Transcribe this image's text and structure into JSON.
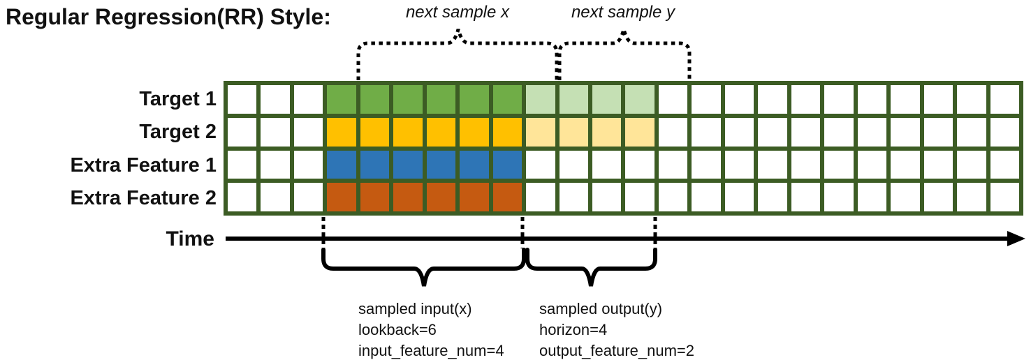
{
  "title": "Regular Regression(RR) Style:",
  "annotations": {
    "next_sample_x": "next sample x",
    "next_sample_y": "next sample y",
    "time": "Time"
  },
  "sample_info": {
    "input": {
      "lines": [
        "sampled input(x)",
        "lookback=6",
        "input_feature_num=4"
      ]
    },
    "output": {
      "lines": [
        "sampled output(y)",
        "horizon=4",
        "output_feature_num=2"
      ]
    }
  },
  "params": {
    "lookback": 6,
    "horizon": 4,
    "input_feature_num": 4,
    "output_feature_num": 2
  },
  "grid": {
    "total_columns": 24,
    "leading_empty_columns": 3,
    "lookback": 6,
    "horizon": 4,
    "border_color": "#3C5C24",
    "empty_fill": "#FFFFFF",
    "rows": [
      {
        "label": "Target 1",
        "input_fill": "#70AD47",
        "output_fill": "#C5E0B4"
      },
      {
        "label": "Target 2",
        "input_fill": "#FFC000",
        "output_fill": "#FFE599"
      },
      {
        "label": "Extra Feature 1",
        "input_fill": "#2E75B6",
        "output_fill": null
      },
      {
        "label": "Extra Feature 2",
        "input_fill": "#C55A11",
        "output_fill": null
      }
    ]
  },
  "colors": {
    "annotation": "#000000",
    "text": "#111111"
  }
}
